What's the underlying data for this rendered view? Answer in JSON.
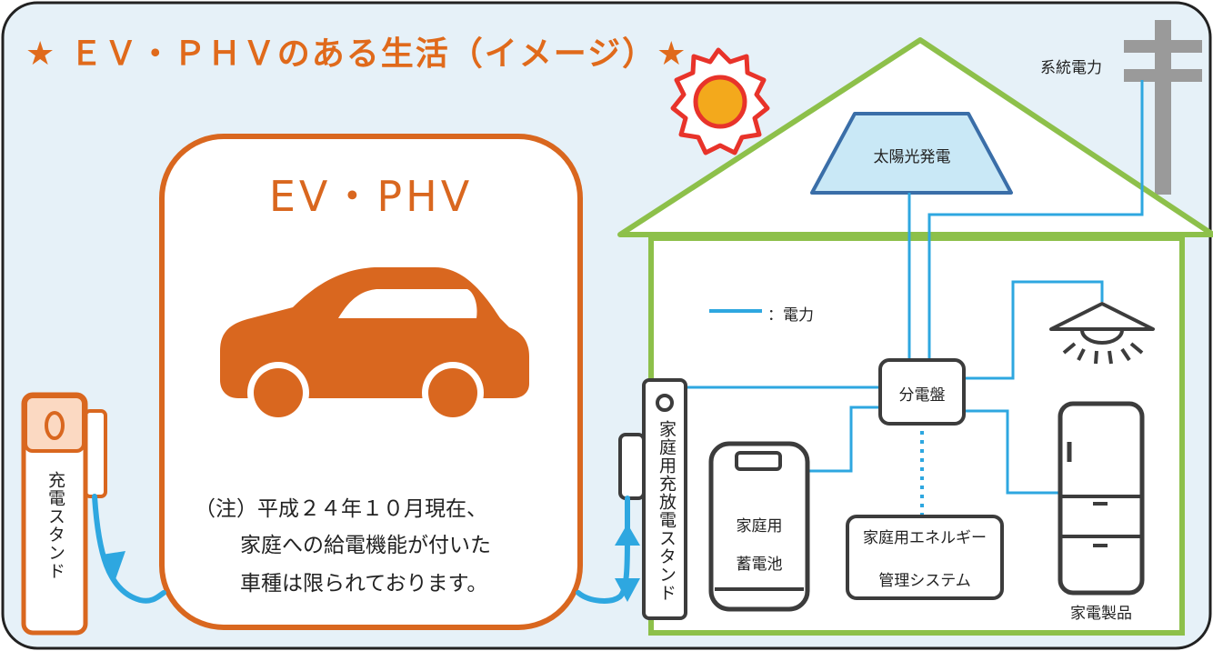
{
  "title": "★ ＥＶ・ＰＨＶのある生活（イメージ）★",
  "ev_box": {
    "heading": "EV・PHV",
    "note_lines": [
      "（注）平成２４年１０月現在、",
      "家庭への給電機能が付いた",
      "車種は限られております。"
    ]
  },
  "labels": {
    "charging_stand": "充電スタンド",
    "home_charge_stand": "家庭用充放電スタンド",
    "solar": "太陽光発電",
    "grid_power": "系統電力",
    "legend_power": "：電力",
    "panel": "分電盤",
    "battery_line1": "家庭用",
    "battery_line2": "蓄電池",
    "hems_line1": "家庭用エネルギー",
    "hems_line2": "管理システム",
    "appliance": "家電製品"
  },
  "colors": {
    "frame_bg": "#e6f1f8",
    "orange": "#d9671f",
    "house_green": "#8dc04a",
    "power_blue": "#2ea7e0",
    "solar_blue": "#3a6ea8",
    "solar_fill": "#c9e8f6",
    "pole_gray": "#9a9a9a",
    "sun_red": "#e8332a",
    "sun_yellow": "#f3a91c",
    "dark": "#3c3c3c"
  }
}
